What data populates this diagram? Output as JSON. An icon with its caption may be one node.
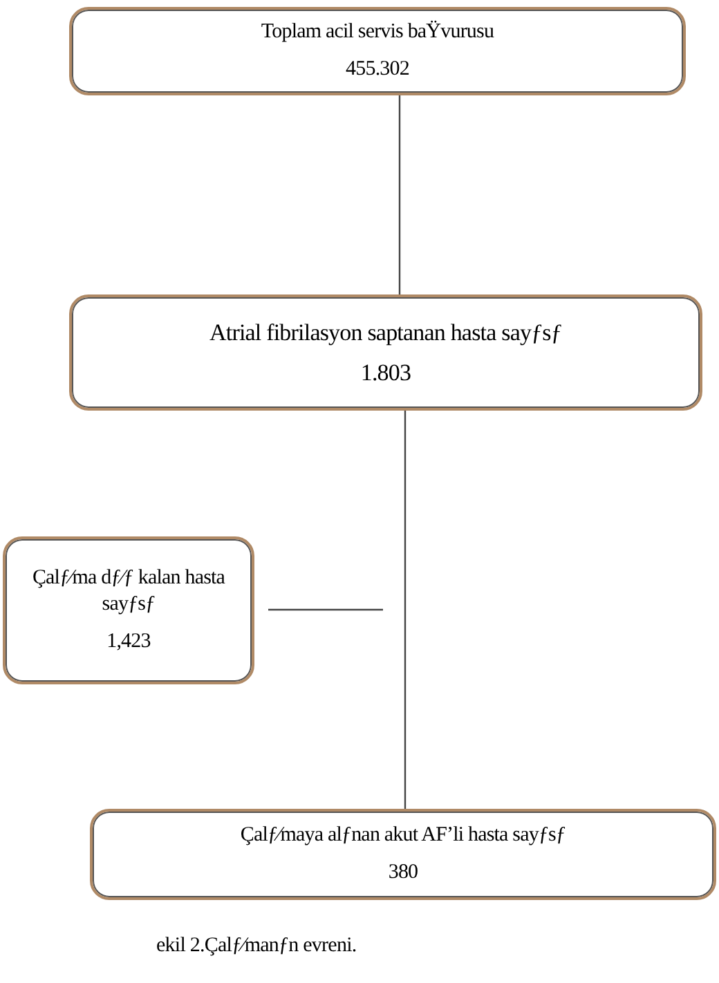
{
  "diagram": {
    "caption": "ekil 2.Çalƒ⁄manƒn evreni.",
    "nodes": [
      {
        "text": [
          "Toplam acil servis baŸvurusu",
          "455.302"
        ]
      },
      {
        "text": [
          "Atrial fibrilasyon saptanan hasta sayƒsƒ",
          "1.803"
        ]
      },
      {
        "text": [
          "Çalƒ⁄ma dƒ⁄ƒ kalan hasta sayƒsƒ",
          "1,423"
        ]
      },
      {
        "text": [
          "Çalƒ⁄maya alƒnan akut AF’li hasta sayƒsƒ",
          "380"
        ]
      }
    ],
    "edges": [
      {
        "from": 0,
        "to": 1,
        "arrow": "none"
      },
      {
        "from": 1,
        "to": 3,
        "arrow": "none"
      },
      {
        "from": 2,
        "to": null,
        "arrow": "none"
      }
    ]
  }
}
